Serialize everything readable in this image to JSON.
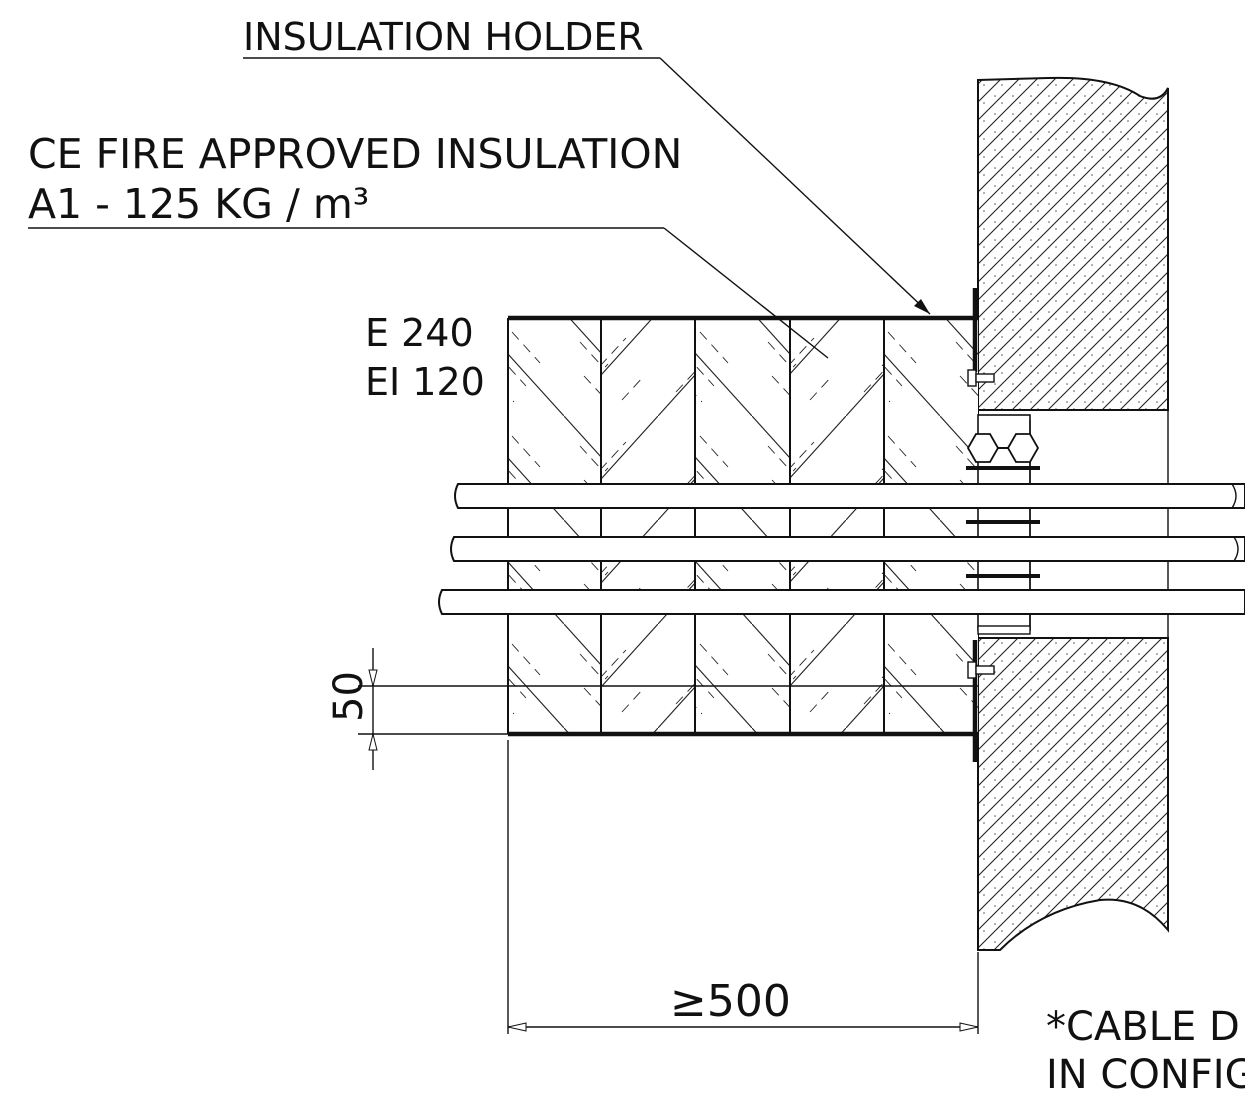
{
  "labels": {
    "insulation_holder": "INSULATION HOLDER",
    "insulation_line1": "CE FIRE APPROVED INSULATION",
    "insulation_line2": "A1 - 125 KG / m³",
    "rating_e": "E 240",
    "rating_ei": "EI 120",
    "dim_thickness": "50",
    "dim_length": "≥500",
    "note_line1": "*CABLE D",
    "note_line2": "IN CONFIG"
  },
  "colors": {
    "line": "#111111",
    "background": "#ffffff"
  }
}
